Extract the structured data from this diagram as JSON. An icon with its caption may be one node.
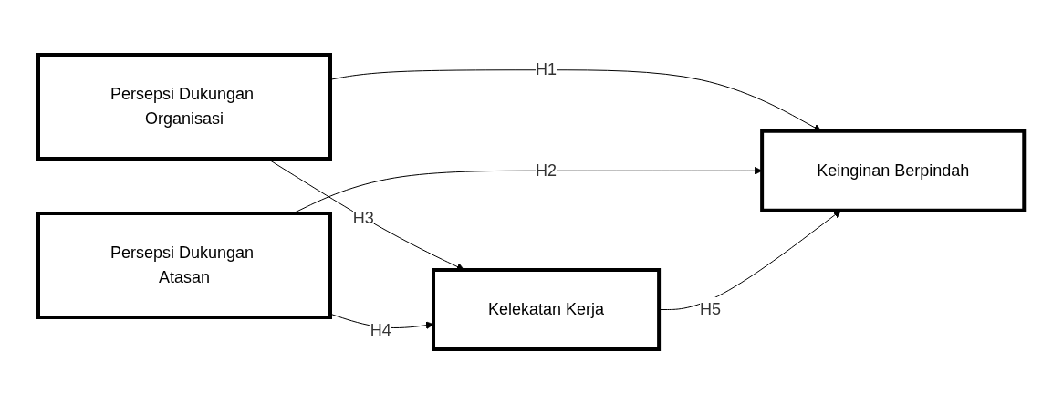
{
  "diagram": {
    "nodes": [
      {
        "text": [
          "Persepsi Dukungan Organisasi"
        ]
      },
      {
        "text": [
          "Persepsi Dukungan Atasan"
        ]
      },
      {
        "text": [
          "Kelekatan Kerja"
        ]
      },
      {
        "text": [
          "Keinginan Berpindah"
        ]
      }
    ],
    "edges": [
      {
        "from": 0,
        "to": 3,
        "arrow": "to",
        "label": "H1"
      },
      {
        "from": 1,
        "to": 3,
        "arrow": "to",
        "label": "H2"
      },
      {
        "from": 0,
        "to": 2,
        "arrow": "to",
        "label": "H3"
      },
      {
        "from": 1,
        "to": 2,
        "arrow": "to",
        "label": "H4"
      },
      {
        "from": 2,
        "to": 3,
        "arrow": "to",
        "label": "H5"
      }
    ]
  }
}
